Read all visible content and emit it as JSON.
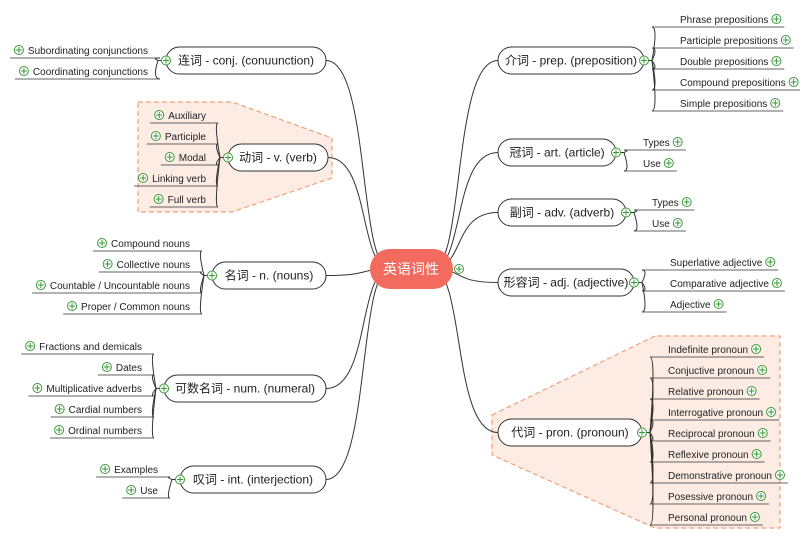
{
  "central": {
    "label": "英语词性",
    "fill": "#f26b5e"
  },
  "colors": {
    "line": "#333333",
    "expander": "#3a9a3a",
    "group_fill": "#fdece4",
    "group_stroke": "#f0a07a"
  },
  "branches": [
    {
      "id": "conj",
      "label": "连词 - conj. (conuunction)",
      "side": "left",
      "children": [
        "Subordinating conjunctions",
        "Coordinating conjunctions"
      ]
    },
    {
      "id": "verb",
      "label": "动词 - v. (verb)",
      "side": "left",
      "children": [
        "Auxiliary",
        "Participle",
        "Modal",
        "Linking verb",
        "Full  verb"
      ]
    },
    {
      "id": "nouns",
      "label": "名词 - n. (nouns)",
      "side": "left",
      "children": [
        "Compound nouns",
        "Collective nouns",
        "Countable / Uncountable nouns",
        "Proper / Common nouns"
      ]
    },
    {
      "id": "num",
      "label": "可数名词 - num. (numeral)",
      "side": "left",
      "children": [
        "Fractions and demicals",
        "Dates",
        "Multiplicative adverbs",
        "Cardial numbers",
        "Ordinal numbers"
      ]
    },
    {
      "id": "int",
      "label": "叹词 - int. (interjection)",
      "side": "left",
      "children": [
        "Examples",
        "Use"
      ]
    },
    {
      "id": "prep",
      "label": "介词 - prep. (preposition)",
      "side": "right",
      "children": [
        "Phrase prepositions",
        "Participle prepositions",
        "Double prepositions",
        "Compound prepositions",
        "Simple prepositions"
      ]
    },
    {
      "id": "art",
      "label": "冠词 - art. (article)",
      "side": "right",
      "children": [
        "Types",
        "Use"
      ]
    },
    {
      "id": "adv",
      "label": "副词 - adv. (adverb)",
      "side": "right",
      "children": [
        "Types",
        "Use"
      ]
    },
    {
      "id": "adj",
      "label": "形容词 - adj. (adjective)",
      "side": "right",
      "children": [
        "Superlative adjective",
        "Comparative adjective",
        "Adjective"
      ]
    },
    {
      "id": "pron",
      "label": "代词 - pron. (pronoun)",
      "side": "right",
      "children": [
        "Indefinite pronoun",
        "Conjuctive pronoun",
        "Relative pronoun",
        "Interrogative pronoun",
        "Reciprocal pronoun",
        "Reflexive pronoun",
        "Demonstrative pronoun",
        "Posessive pronoun",
        "Personal pronoun"
      ]
    }
  ]
}
